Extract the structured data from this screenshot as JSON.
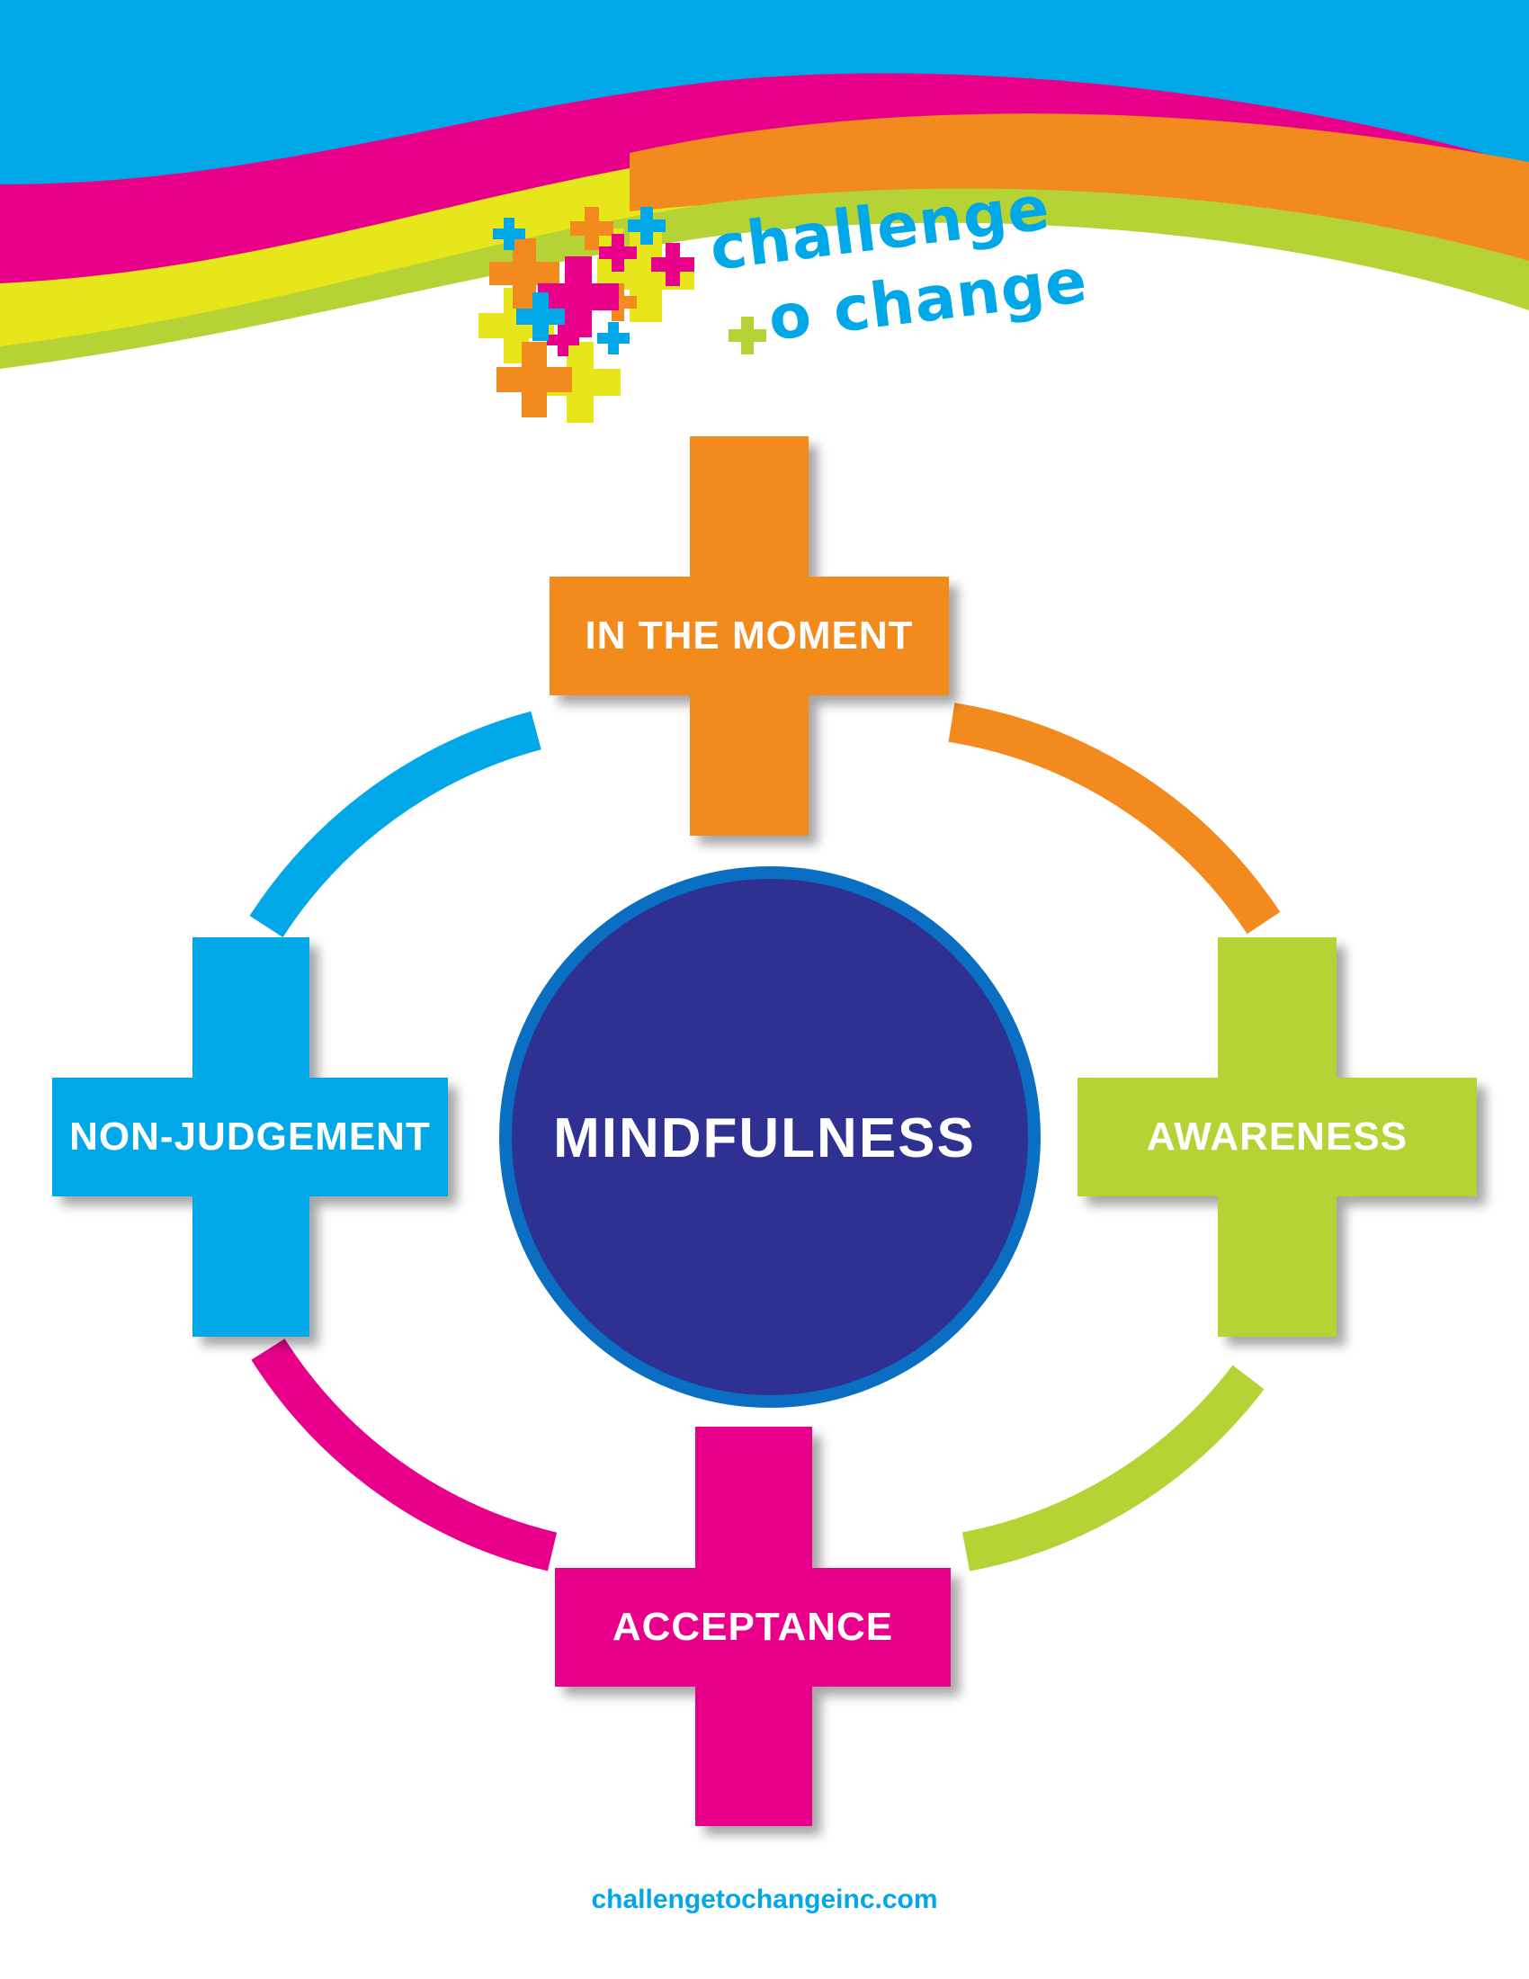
{
  "header": {
    "logo": {
      "line1": "challenge",
      "line2": "o change",
      "icon": "multicolor-plus-cluster-icon"
    },
    "wave_colors": [
      "#00a8e8",
      "#e8008a",
      "#e6e61a",
      "#f28a1e",
      "#b5d335"
    ]
  },
  "diagram": {
    "center": {
      "label": "MINDFULNESS",
      "color": "#2e3192",
      "ring_color": "#0a6fc2"
    },
    "nodes": [
      {
        "id": "top",
        "label": "IN THE MOMENT",
        "color": "#f28a1e"
      },
      {
        "id": "right",
        "label": "AWARENESS",
        "color": "#b5d335"
      },
      {
        "id": "bottom",
        "label": "ACCEPTANCE",
        "color": "#e8008a"
      },
      {
        "id": "left",
        "label": "NON-JUDGEMENT",
        "color": "#00a8e8"
      }
    ]
  },
  "footer": {
    "url": "challengetochangeinc.com"
  }
}
